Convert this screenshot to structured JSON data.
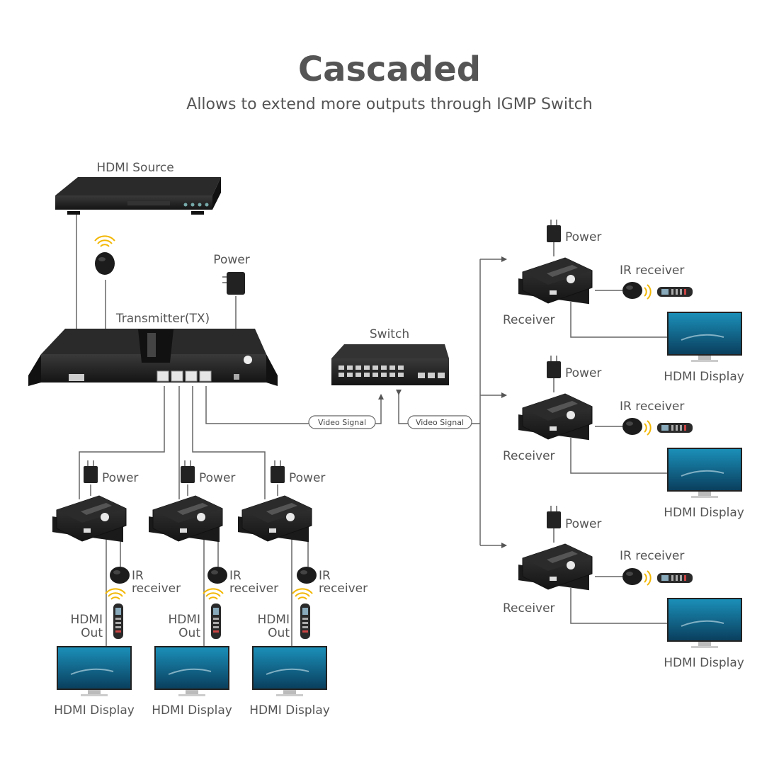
{
  "header": {
    "title": "Cascaded",
    "subtitle": "Allows to extend more outputs through IGMP Switch"
  },
  "labels": {
    "hdmi_source": "HDMI Source",
    "power": "Power",
    "transmitter": "Transmitter(TX)",
    "switch": "Switch",
    "video_signal": "Video Signal",
    "receiver": "Receiver",
    "ir_receiver": "IR receiver",
    "ir": "IR",
    "receiver_word": "receiver",
    "hdmi": "HDMI",
    "out": "Out",
    "hdmi_display": "HDMI Display"
  },
  "colors": {
    "title": "#555555",
    "text": "#555555",
    "line": "#666666",
    "device": "#1f1f1f",
    "device_edge": "#3a3a3a",
    "screen_top": "#1b8fb8",
    "screen_bottom": "#0a3f5e",
    "ir_waves": "#f2b705"
  },
  "icons": {
    "source": "dvd-player-icon",
    "transmitter": "hdmi-transmitter-icon",
    "switch": "network-switch-icon",
    "receiver": "hdmi-receiver-icon",
    "adapter": "power-adapter-icon",
    "ir_sensor": "ir-sensor-icon",
    "remote": "remote-control-icon",
    "display": "tv-display-icon"
  }
}
